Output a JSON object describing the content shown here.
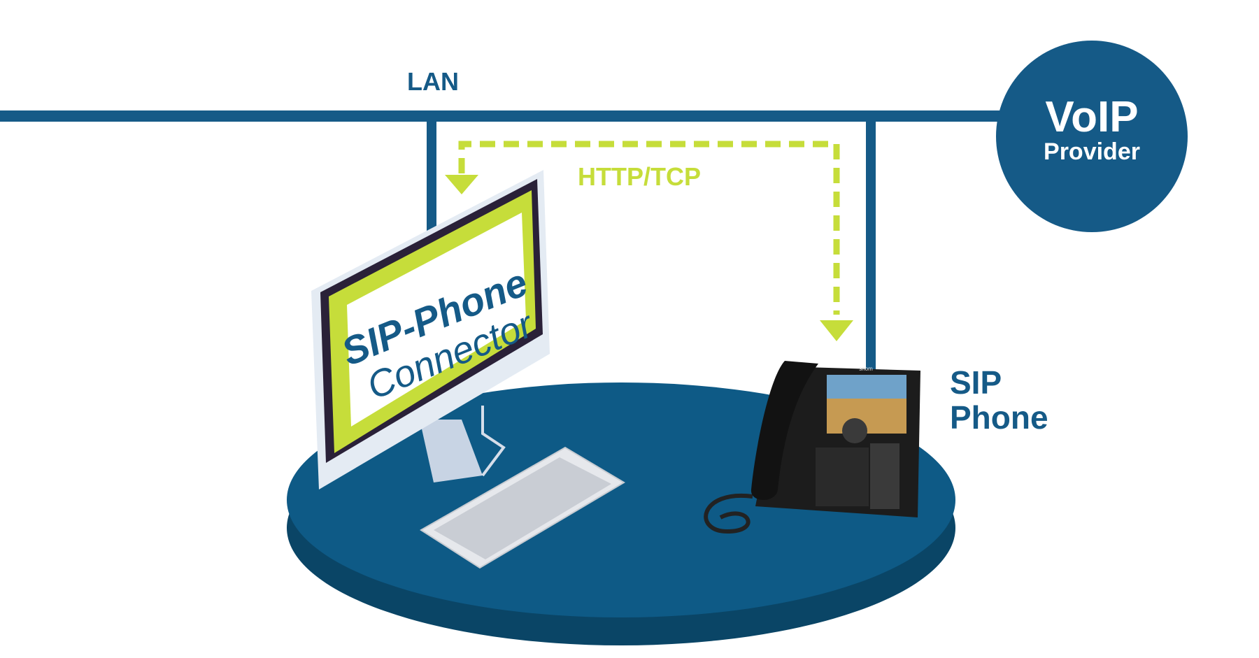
{
  "labels": {
    "lan": "LAN",
    "protocol": "HTTP/TCP",
    "voip_title": "VoIP",
    "voip_sub": "Provider",
    "sip_line1": "SIP",
    "sip_line2": "Phone",
    "screen_line1": "SIP-Phone",
    "screen_line2": "Connector",
    "phone_brand": "snom"
  },
  "colors": {
    "network_blue": "#155a87",
    "accent_green": "#c6dd3a",
    "platform_blue": "#0e5a86",
    "phone_black": "#1c1c1c"
  }
}
